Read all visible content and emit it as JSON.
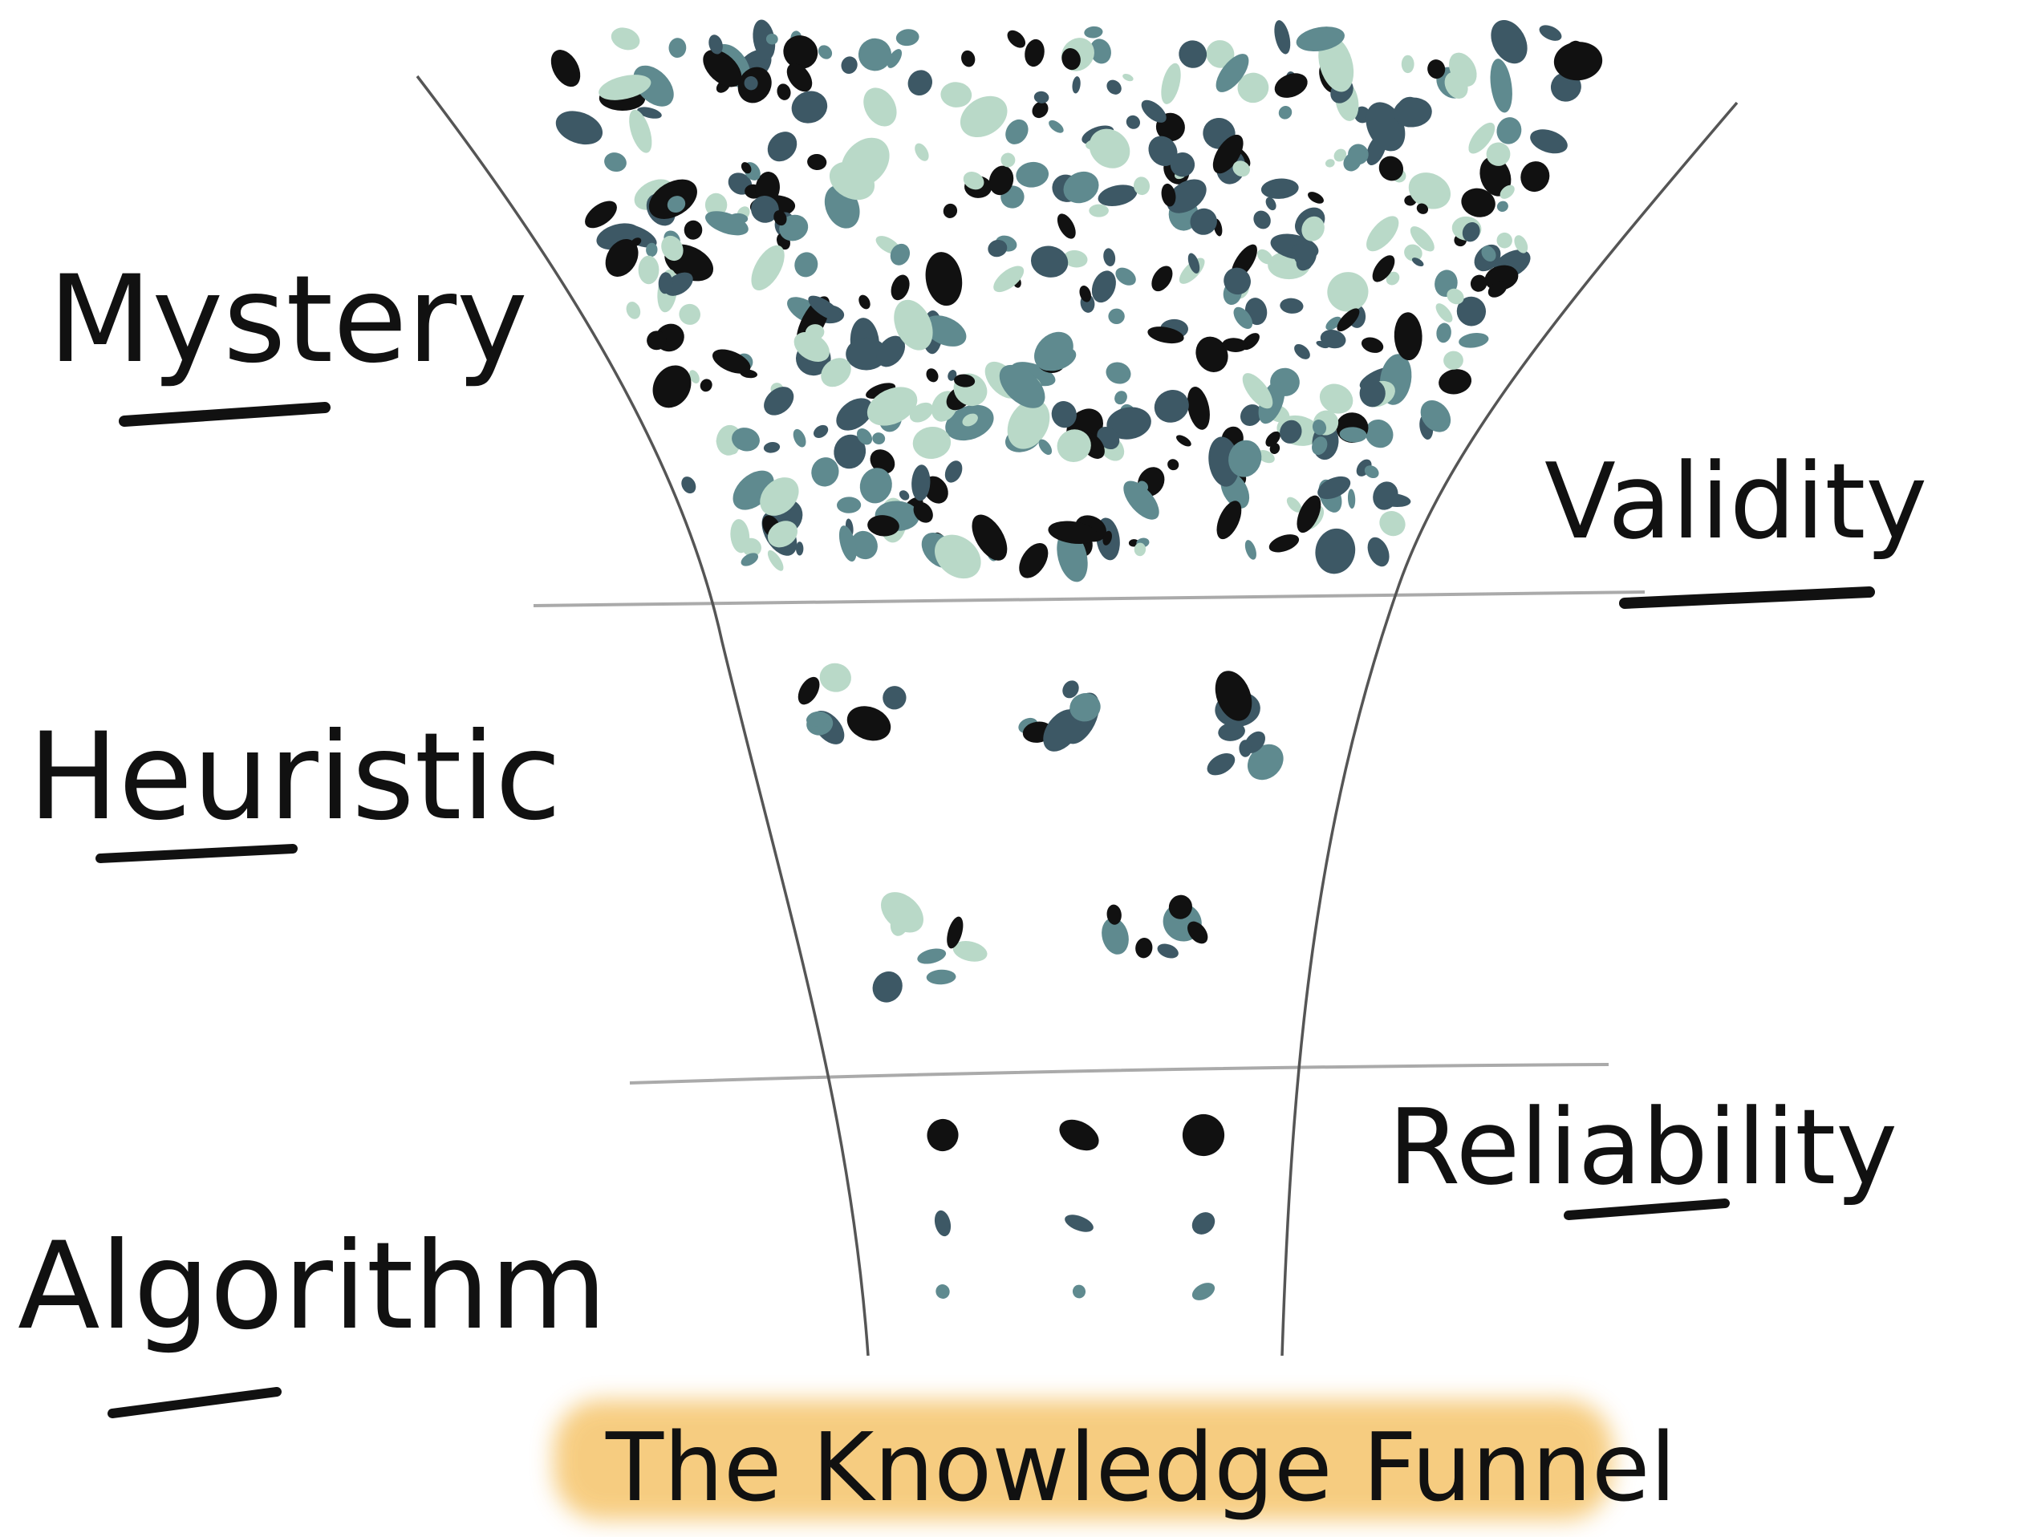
{
  "left_labels": {
    "top": "Mystery",
    "middle": "Heuristic",
    "bottom": "Algorithm"
  },
  "right_labels": {
    "top": "Validity",
    "bottom": "Reliability"
  },
  "title": "The Knowledge Funnel",
  "colors": {
    "ink": "#111111",
    "dark_teal": "#3d5865",
    "mid_teal": "#5f8a8f",
    "light_mint": "#b9d9c8",
    "highlight": "#f5c46a",
    "funnel_line": "#555555",
    "divider": "#aaaaaa"
  }
}
